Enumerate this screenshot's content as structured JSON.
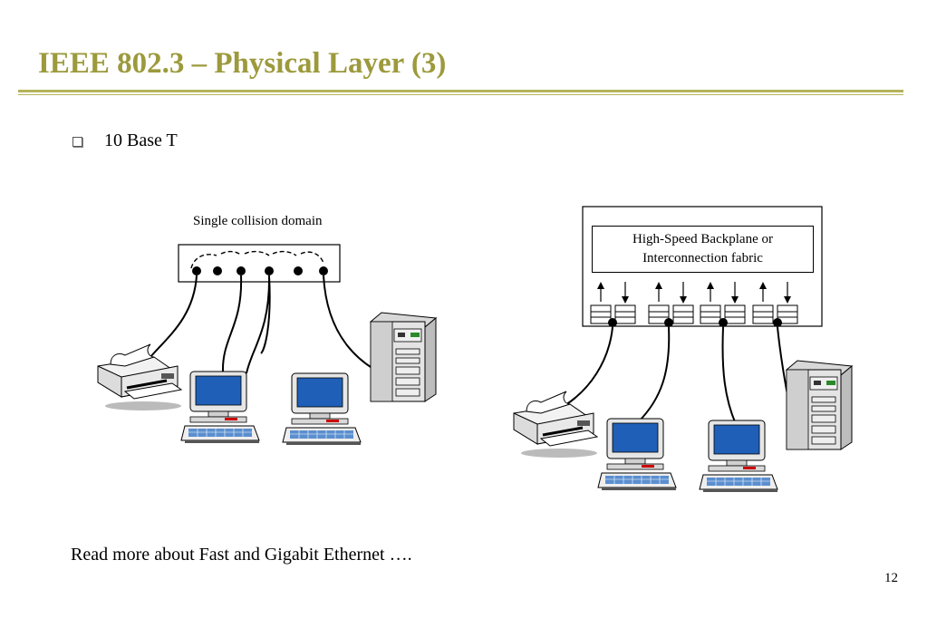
{
  "slide": {
    "title": "IEEE 802.3 – Physical Layer (3)",
    "bullet": "10 Base T",
    "footer": "Read more about Fast and Gigabit Ethernet ….",
    "page_number": "12"
  },
  "left_diagram": {
    "label": "Single collision domain",
    "devices": [
      "printer-icon",
      "computer-icon",
      "computer-icon",
      "server-tower-icon"
    ]
  },
  "right_diagram": {
    "backplane_label_line1": "High-Speed Backplane or",
    "backplane_label_line2": "Interconnection fabric",
    "devices": [
      "printer-icon",
      "computer-icon",
      "computer-icon",
      "server-tower-icon"
    ]
  },
  "colors": {
    "title": "#9c9a3c",
    "rule": "#b5b35a",
    "screen": "#1f5fb8"
  }
}
